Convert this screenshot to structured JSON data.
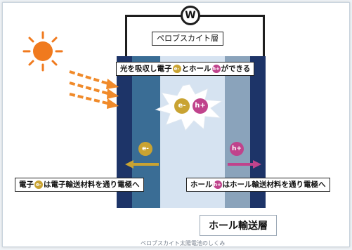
{
  "meter": {
    "symbol": "W"
  },
  "perovskite_label": "ペロブスカイト層",
  "top_callout": {
    "text1": "光を吸収し電子",
    "electron": "e-",
    "text2": "とホール",
    "hole": "h+",
    "text3": "ができる"
  },
  "burst": {
    "electron": "e-",
    "hole": "h+"
  },
  "left_particle": "e-",
  "right_particle": "h+",
  "left_callout": {
    "text1": "電子",
    "electron": "e-",
    "text2": "は電子輸送材料を通り電極へ"
  },
  "right_callout": {
    "text1": "ホール",
    "hole": "h+",
    "text2": "はホール輸送材料を通り電極へ"
  },
  "bottom_label": "ホール輸送層",
  "caption": "ペロブスカイト太陽電池のしくみ",
  "colors": {
    "electrode_dark": "#1d3468",
    "electron_transport": "#3a6d95",
    "perovskite": "#cddcee",
    "hole_transport": "#8aa3bb",
    "electron": "#c9a332",
    "hole": "#c0438c",
    "sun": "#f07a1e",
    "light_arrow": "#f08a2a"
  }
}
